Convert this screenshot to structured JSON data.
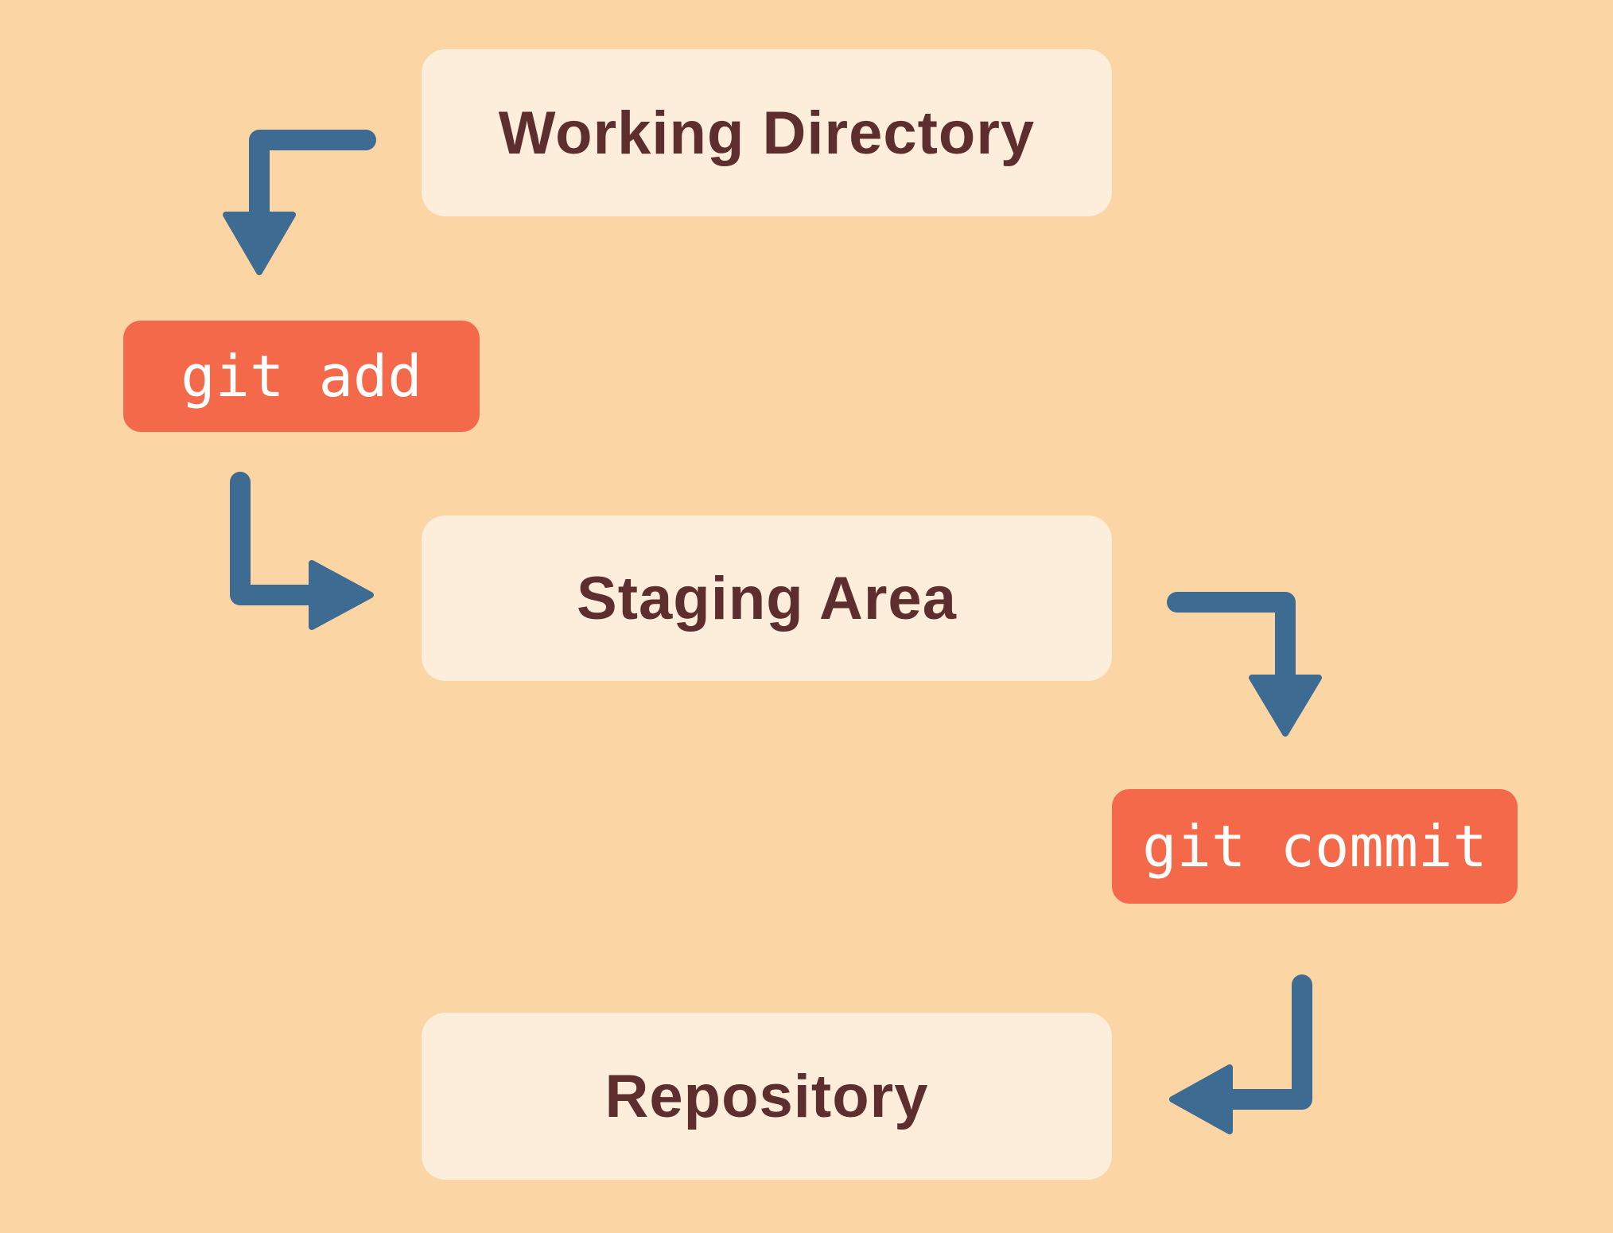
{
  "diagram": {
    "type": "flowchart",
    "nodes": [
      {
        "id": "working-directory",
        "label": "Working Directory",
        "kind": "stage"
      },
      {
        "id": "git-add",
        "label": "git add",
        "kind": "command"
      },
      {
        "id": "staging-area",
        "label": "Staging Area",
        "kind": "stage"
      },
      {
        "id": "git-commit",
        "label": "git commit",
        "kind": "command"
      },
      {
        "id": "repository",
        "label": "Repository",
        "kind": "stage"
      }
    ],
    "edges": [
      {
        "from": "Working Directory",
        "to": "git add"
      },
      {
        "from": "git add",
        "to": "Staging Area"
      },
      {
        "from": "Staging Area",
        "to": "git commit"
      },
      {
        "from": "git commit",
        "to": "Repository"
      }
    ]
  },
  "colors": {
    "background": "#fbd5a4",
    "node-bg": "#fdeedc",
    "node-text": "#5e2e2e",
    "command-bg": "#f4694a",
    "command-text": "#ffffff",
    "arrow": "#3d6b92"
  }
}
